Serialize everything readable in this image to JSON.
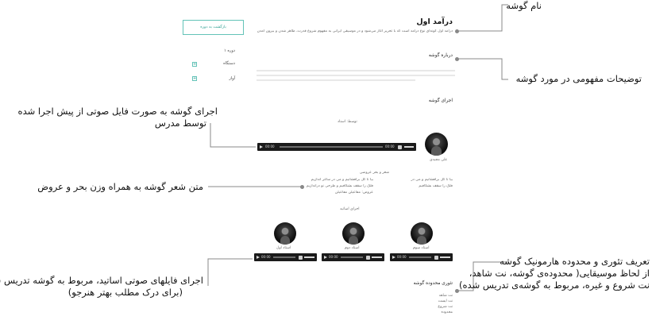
{
  "annotations": {
    "piece_name": "نام گوشه",
    "concept_desc": "توضیحات مفهومی در مورد گوشه",
    "performance_line1": "اجرای گوشه به صورت فایل صوتی از پیش اجرا شده",
    "performance_line2": "توسط مدرس",
    "poem_text": "متن شعر گوشه به همراه وزن بحر و عروض",
    "masters_line1": "اجرای فایلهای صوتی اساتید، مربوط به گوشه تدریس شده",
    "masters_line2": "(برای درک مطلب بهتر هنرجو)",
    "theory_line1": "تعریف تئوری و محدوده هارمونیک گوشه",
    "theory_line2": "از لحاظ موسیقایی( محدوده‌ی گوشه، نت شاهد،",
    "theory_line3": "نت شروع و غیره، مربوط به گوشه‌ی تدریس شده)"
  },
  "page": {
    "title": "درآمد اول",
    "intro": "درآمد اول گونه‌ای نوع درآمد است که با تحریر آغاز می‌شود و در موسیقی ایرانی به مفهوم شروع قدرت، ظاهر شدن و بیرون آمدن است.",
    "cta_button": "بازگشت به دوره",
    "sidebar": [
      {
        "label": "دوره ۱"
      },
      {
        "label": "دستگاه"
      },
      {
        "label": "آواز"
      }
    ],
    "about_heading": "درباره گوشه",
    "performance_heading": "اجرای گوشه",
    "performed_by": "توسط: استاد",
    "teacher_name": "علی مجیدی",
    "poem_heading": "شعر و بحر عروضی",
    "poem_lines": [
      "بیا تا گل برافشانیم و می در ساغر اندازیم",
      "فلک را سقف بشکافیم و طرحی نو دراندازیم",
      "عروض: مفاعیلن مفاعیلن"
    ],
    "poem_side": [
      "بیا تا گل برافشانیم و می در",
      "فلک را سقف بشکافیم"
    ],
    "masters_heading": "اجرای اساتید",
    "masters": [
      {
        "name": "استاد اول"
      },
      {
        "name": "استاد دوم"
      },
      {
        "name": "استاد سوم"
      }
    ],
    "theory_heading": "تئوری محدوده گوشه",
    "theory_lines": [
      "نت شاهد",
      "نت ایست",
      "نت شروع",
      "محدوده"
    ]
  },
  "player": {
    "time_start": "00:00",
    "time_end": "00:00"
  }
}
